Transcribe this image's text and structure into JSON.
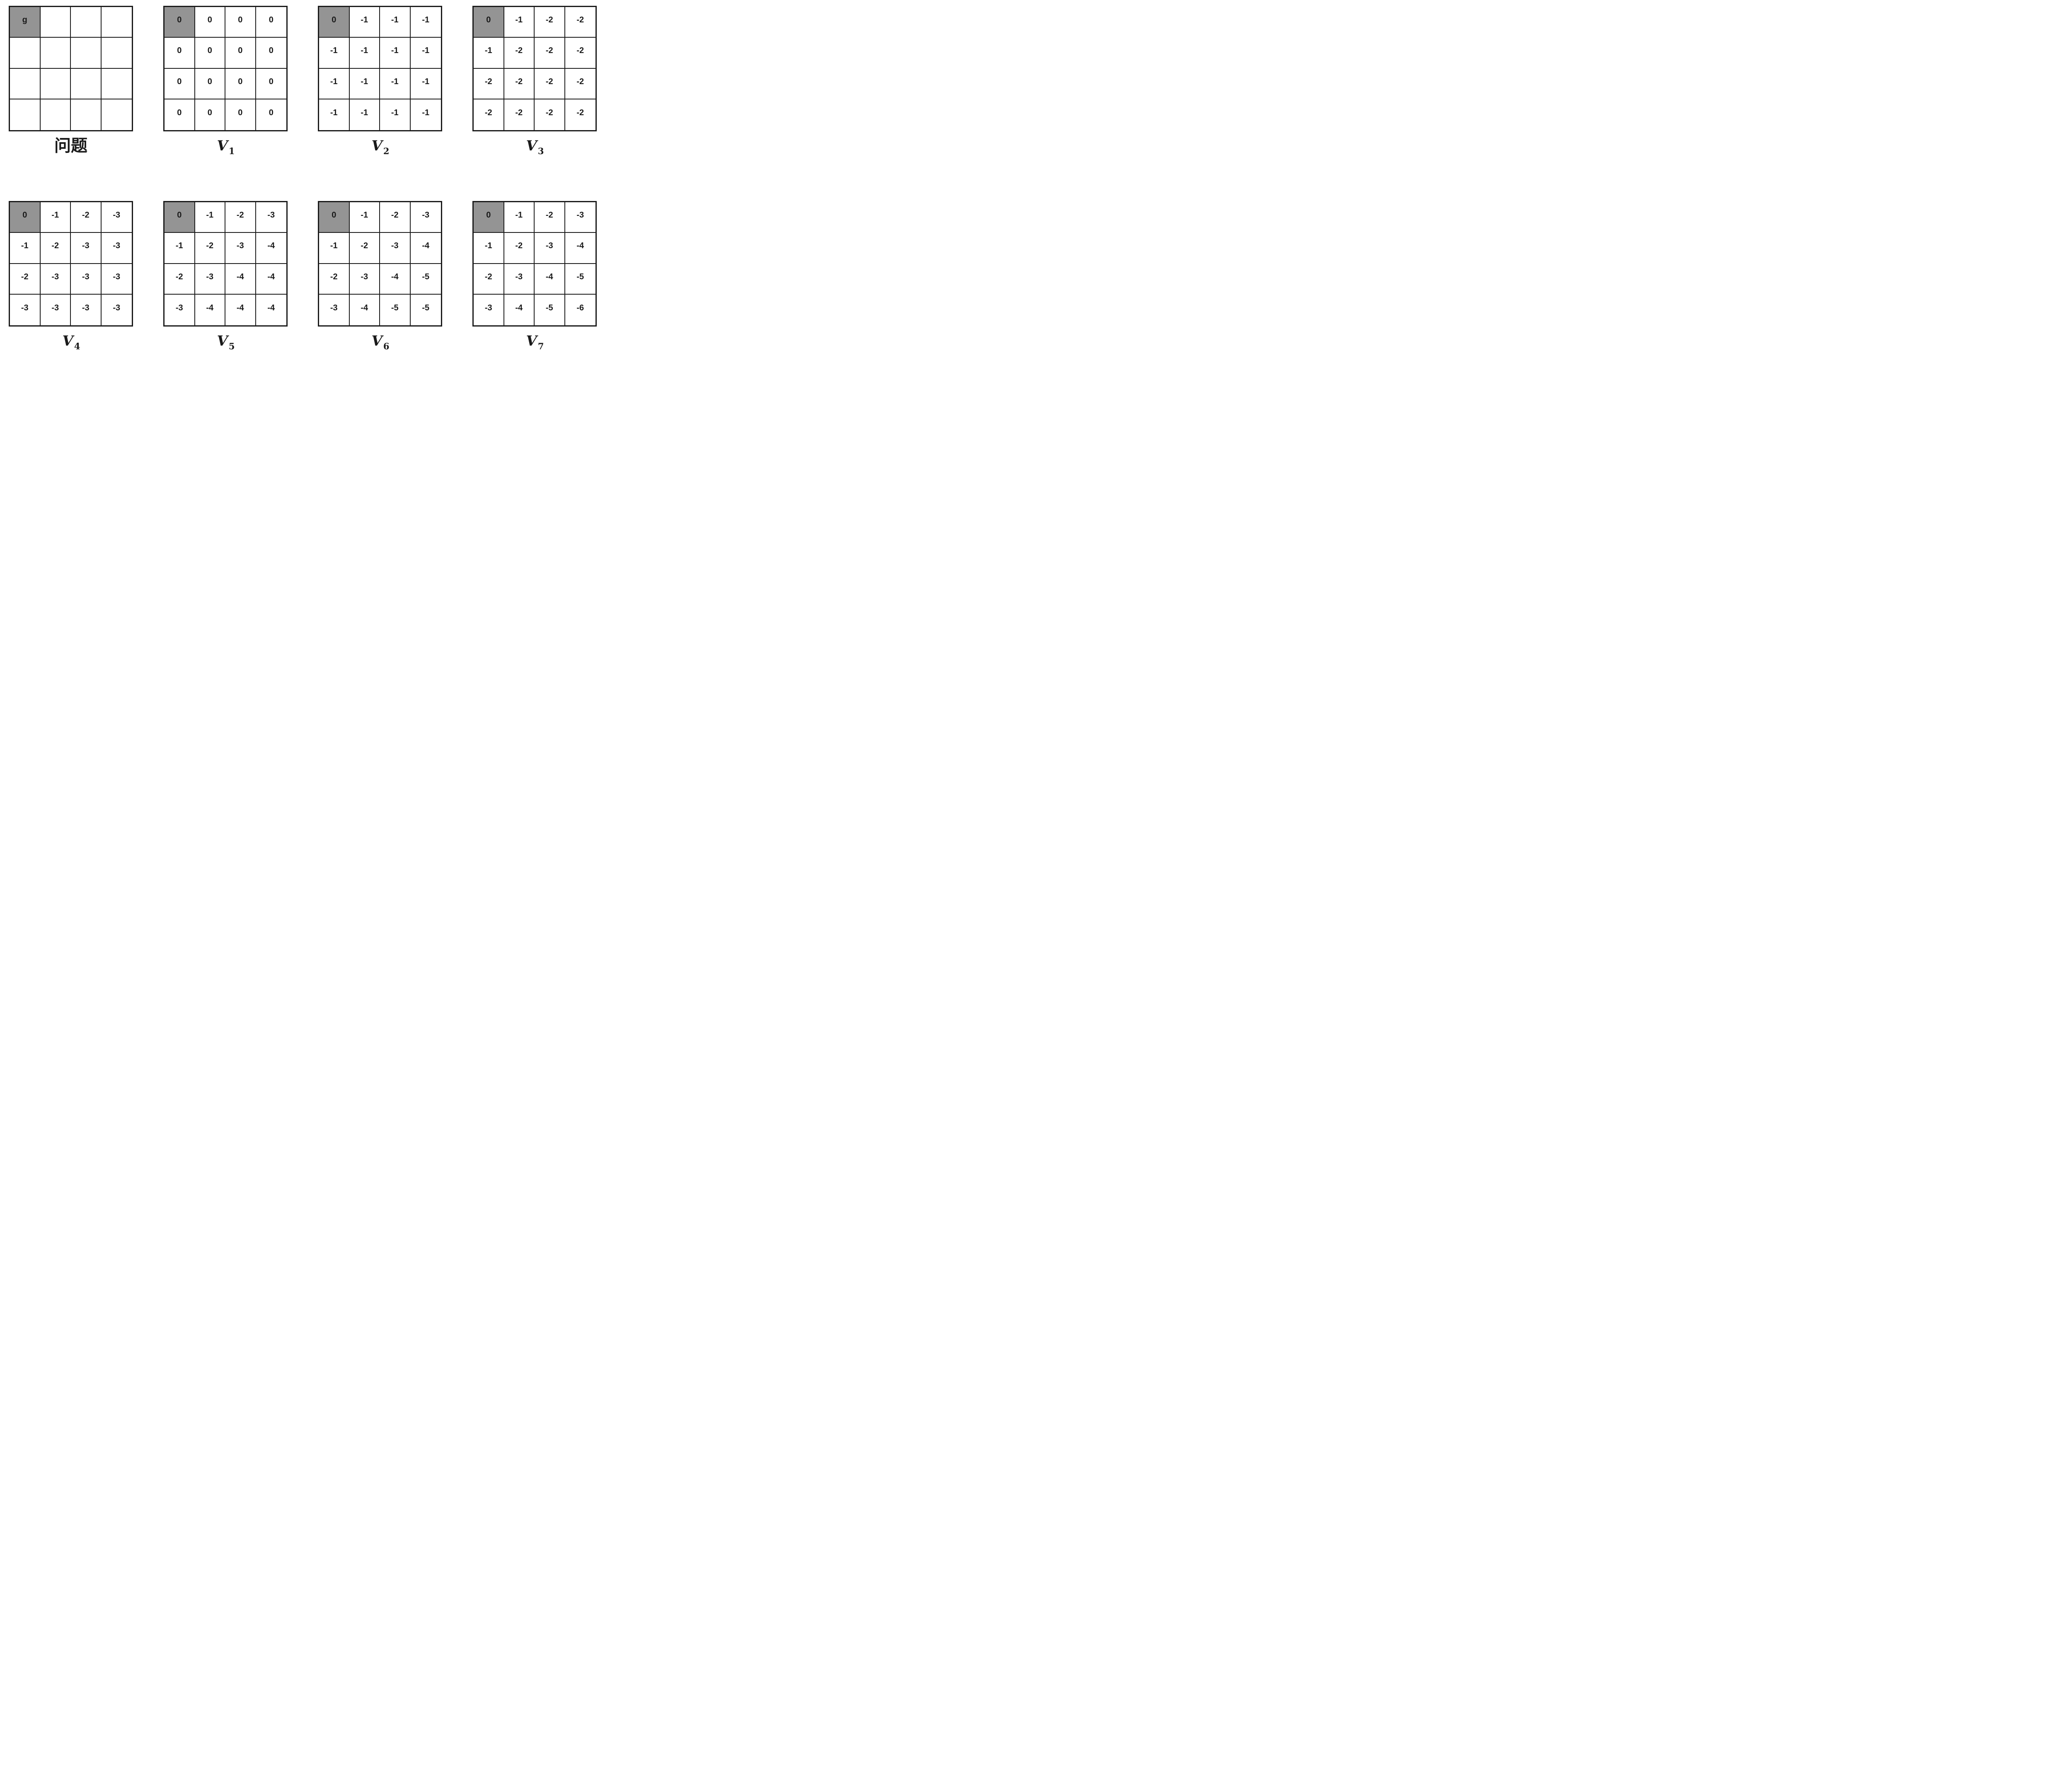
{
  "figure_title": "gridworld-value-iteration",
  "colors": {
    "background": "#ffffff",
    "grid_line": "#1a1a1a",
    "goal_cell_bg": "#949494",
    "text": "#1a1a1a"
  },
  "goal_marker": "g",
  "panels": [
    {
      "key": "problem",
      "label": {
        "text": "问题"
      },
      "goal_cell": [
        0,
        0
      ],
      "grid": [
        [
          "g",
          "",
          "",
          ""
        ],
        [
          "",
          "",
          "",
          ""
        ],
        [
          "",
          "",
          "",
          ""
        ],
        [
          "",
          "",
          "",
          ""
        ]
      ]
    },
    {
      "key": "v1",
      "label": {
        "base": "V",
        "sub": "1"
      },
      "goal_cell": [
        0,
        0
      ],
      "grid": [
        [
          "0",
          "0",
          "0",
          "0"
        ],
        [
          "0",
          "0",
          "0",
          "0"
        ],
        [
          "0",
          "0",
          "0",
          "0"
        ],
        [
          "0",
          "0",
          "0",
          "0"
        ]
      ]
    },
    {
      "key": "v2",
      "label": {
        "base": "V",
        "sub": "2"
      },
      "goal_cell": [
        0,
        0
      ],
      "grid": [
        [
          "0",
          "-1",
          "-1",
          "-1"
        ],
        [
          "-1",
          "-1",
          "-1",
          "-1"
        ],
        [
          "-1",
          "-1",
          "-1",
          "-1"
        ],
        [
          "-1",
          "-1",
          "-1",
          "-1"
        ]
      ]
    },
    {
      "key": "v3",
      "label": {
        "base": "V",
        "sub": "3"
      },
      "goal_cell": [
        0,
        0
      ],
      "grid": [
        [
          "0",
          "-1",
          "-2",
          "-2"
        ],
        [
          "-1",
          "-2",
          "-2",
          "-2"
        ],
        [
          "-2",
          "-2",
          "-2",
          "-2"
        ],
        [
          "-2",
          "-2",
          "-2",
          "-2"
        ]
      ]
    },
    {
      "key": "v4",
      "label": {
        "base": "V",
        "sub": "4"
      },
      "goal_cell": [
        0,
        0
      ],
      "grid": [
        [
          "0",
          "-1",
          "-2",
          "-3"
        ],
        [
          "-1",
          "-2",
          "-3",
          "-3"
        ],
        [
          "-2",
          "-3",
          "-3",
          "-3"
        ],
        [
          "-3",
          "-3",
          "-3",
          "-3"
        ]
      ]
    },
    {
      "key": "v5",
      "label": {
        "base": "V",
        "sub": "5"
      },
      "goal_cell": [
        0,
        0
      ],
      "grid": [
        [
          "0",
          "-1",
          "-2",
          "-3"
        ],
        [
          "-1",
          "-2",
          "-3",
          "-4"
        ],
        [
          "-2",
          "-3",
          "-4",
          "-4"
        ],
        [
          "-3",
          "-4",
          "-4",
          "-4"
        ]
      ]
    },
    {
      "key": "v6",
      "label": {
        "base": "V",
        "sub": "6"
      },
      "goal_cell": [
        0,
        0
      ],
      "grid": [
        [
          "0",
          "-1",
          "-2",
          "-3"
        ],
        [
          "-1",
          "-2",
          "-3",
          "-4"
        ],
        [
          "-2",
          "-3",
          "-4",
          "-5"
        ],
        [
          "-3",
          "-4",
          "-5",
          "-5"
        ]
      ]
    },
    {
      "key": "v7",
      "label": {
        "base": "V",
        "sub": "7"
      },
      "goal_cell": [
        0,
        0
      ],
      "grid": [
        [
          "0",
          "-1",
          "-2",
          "-3"
        ],
        [
          "-1",
          "-2",
          "-3",
          "-4"
        ],
        [
          "-2",
          "-3",
          "-4",
          "-5"
        ],
        [
          "-3",
          "-4",
          "-5",
          "-6"
        ]
      ]
    }
  ]
}
